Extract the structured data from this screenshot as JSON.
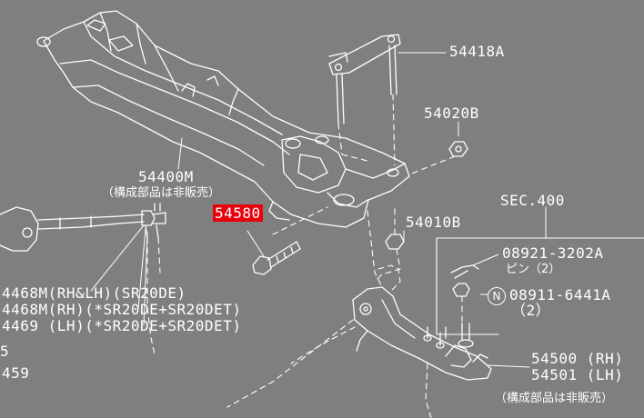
{
  "diagram": {
    "background_color": "#7f7f7f",
    "line_color": "#ffffff",
    "highlight_color": "#e8000d"
  },
  "labels": {
    "p54418a": "54418A",
    "p54020b": "54020B",
    "p54400m": "54400M",
    "p54400m_note": "（構成部品は非販売）",
    "p54580": "54580",
    "p54010b": "54010B",
    "sec400": "SEC.400",
    "p08921": "08921-3202A",
    "p08921_note": "ピン（2）",
    "n_mark": "N",
    "p08911": "08911-6441A",
    "p08911_qty": "（2）",
    "p4468m_a": "4468M(RH&LH)(SR20DE)",
    "p4468m_b": "4468M(RH)(*SR20DE+SR20DET)",
    "p4469": "4469 (LH)(*SR20DE+SR20DET)",
    "p5_frag": "5",
    "p459": "459",
    "p54500": "54500 (RH)",
    "p54501": "54501 (LH)",
    "p54500_note": "（構成部品は非販売）"
  }
}
